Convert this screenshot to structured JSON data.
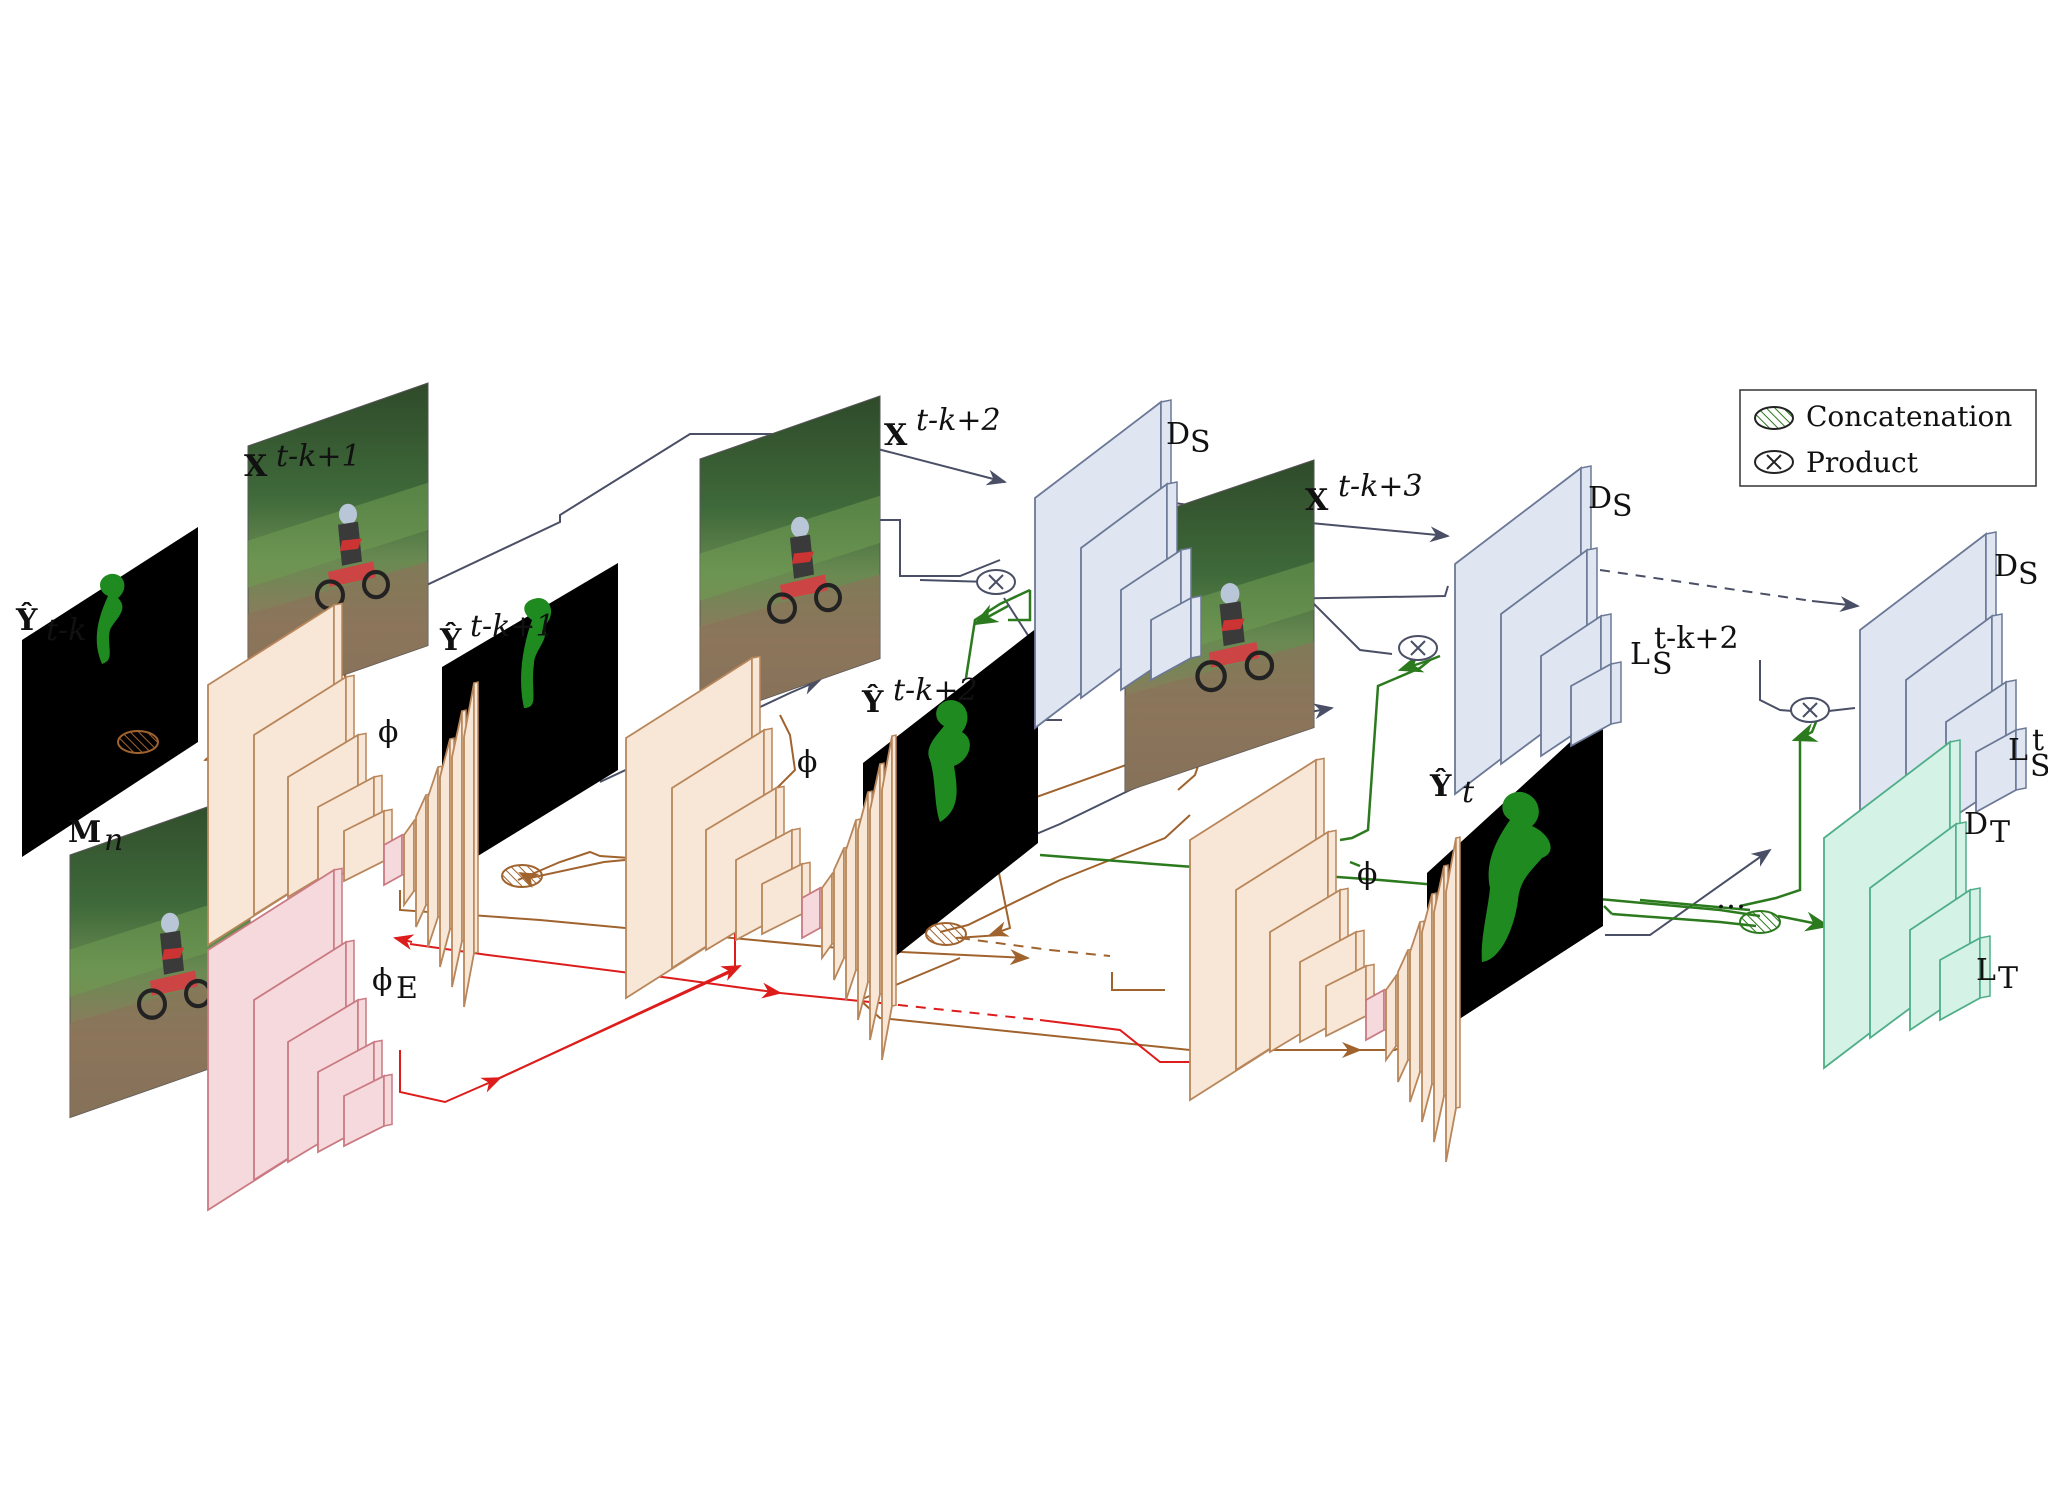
{
  "labels": {
    "y_hat_t_k": "Ŷ",
    "y_hat_t_k_sub": "t-k",
    "x_t_k1": "X",
    "x_t_k1_sub": "t-k+1",
    "y_hat_t_k1": "Ŷ",
    "y_hat_t_k1_sub": "t-k+1",
    "x_t_k2": "X",
    "x_t_k2_sub": "t-k+2",
    "y_hat_t_k2": "Ŷ",
    "y_hat_t_k2_sub": "t-k+2",
    "x_t_k3": "X",
    "x_t_k3_sub": "t-k+3",
    "y_hat_t": "Ŷ",
    "y_hat_t_sub": "t",
    "m_n": "M",
    "m_n_sub": "n",
    "phi_1": "ϕ",
    "phi_2": "ϕ",
    "phi_3": "ϕ",
    "phi_e": "ϕ",
    "phi_e_sub": "E",
    "d_s_1": "D",
    "d_s_2": "D",
    "d_s_3": "D",
    "d_s_sub": "S",
    "l_s_k2": "L",
    "l_s_k2_sub": "S",
    "l_s_k2_sup": "t-k+2",
    "l_s_t": "L",
    "l_s_t_sub": "S",
    "l_s_t_sup": "t",
    "d_t": "D",
    "d_t_sub": "T",
    "l_t": "L",
    "l_t_sub": "T",
    "ellipsis": "…"
  },
  "legend": {
    "concatenation": "Concatenation",
    "product": "Product"
  },
  "colors": {
    "encoder": "#f8e6d6",
    "encoder_stroke": "#b8865a",
    "mask_encoder": "#f6d9dc",
    "mask_encoder_stroke": "#c97a82",
    "discriminator_s": "#dfe6f2",
    "discriminator_s_stroke": "#6b7896",
    "discriminator_t": "#d5f2e6",
    "discriminator_t_stroke": "#4fae88",
    "arrow_gray": "#4a4f66",
    "arrow_brown": "#a0632e",
    "arrow_red": "#dd1c1c",
    "arrow_green": "#2c7a1e",
    "mask_fg": "#1f8a1f"
  }
}
